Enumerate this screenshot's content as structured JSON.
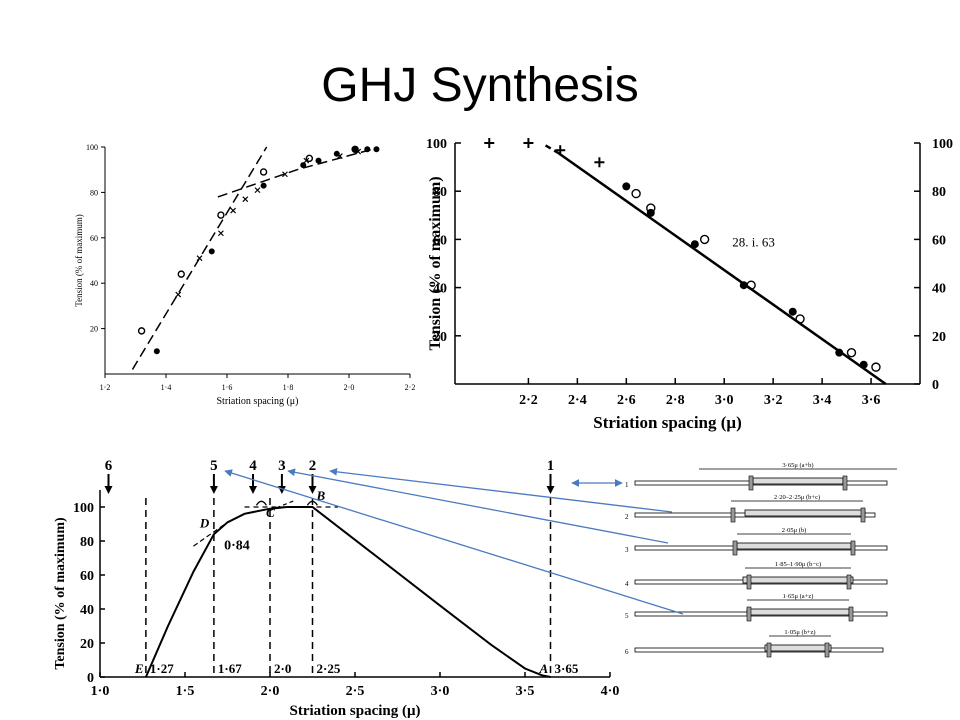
{
  "slide": {
    "title": "GHJ Synthesis"
  },
  "chart_data": [
    {
      "type": "scatter",
      "id": "chart-a",
      "xlabel": "Striation spacing (μ)",
      "ylabel": "Tension (% of maximum)",
      "xlim": [
        1.2,
        2.2
      ],
      "ylim": [
        0,
        100
      ],
      "x_ticks": [
        "1·2",
        "1·4",
        "1·6",
        "1·8",
        "2·0",
        "2·2"
      ],
      "y_ticks": [
        "20",
        "40",
        "60",
        "80",
        "100"
      ],
      "grid": false,
      "series": [
        {
          "marker": "filled-circle",
          "x": [
            1.37,
            1.55,
            1.72,
            1.85,
            1.9,
            1.96,
            2.02,
            2.06,
            2.09
          ],
          "y": [
            10,
            54,
            83,
            92,
            94,
            97,
            99,
            99,
            99
          ]
        },
        {
          "marker": "open-circle",
          "x": [
            1.32,
            1.45,
            1.58,
            1.72,
            1.87,
            2.02
          ],
          "y": [
            19,
            44,
            70,
            89,
            95,
            99
          ]
        },
        {
          "marker": "cross",
          "x": [
            1.44,
            1.51,
            1.58,
            1.62,
            1.66,
            1.7,
            1.79,
            1.86,
            1.97,
            2.03
          ],
          "y": [
            35,
            51,
            62,
            72,
            77,
            81,
            88,
            94,
            96,
            98
          ]
        }
      ],
      "fit_lines": [
        {
          "style": "dashed",
          "points": [
            [
              1.29,
              2
            ],
            [
              1.73,
              100
            ]
          ]
        },
        {
          "style": "dashed",
          "points": [
            [
              1.57,
              78
            ],
            [
              1.83,
              90
            ],
            [
              2.09,
              99.5
            ]
          ]
        }
      ]
    },
    {
      "type": "scatter",
      "id": "chart-b",
      "xlabel": "Striation spacing (μ)",
      "ylabel": "Tension (% of maximum)",
      "xlim": [
        1.9,
        3.8
      ],
      "ylim": [
        0,
        100
      ],
      "x_ticks": [
        "2·2",
        "2·4",
        "2·6",
        "2·8",
        "3·0",
        "3·2",
        "3·4",
        "3·6"
      ],
      "y_ticks": [
        "0",
        "20",
        "40",
        "60",
        "80",
        "100"
      ],
      "right_ticks": [
        "0",
        "20",
        "40",
        "60",
        "80",
        "100"
      ],
      "grid": false,
      "annotation": "28. i. 63",
      "series": [
        {
          "marker": "filled-circle",
          "x": [
            2.6,
            2.7,
            2.88,
            3.08,
            3.28,
            3.47,
            3.57
          ],
          "y": [
            82,
            71,
            58,
            41,
            30,
            13,
            8
          ]
        },
        {
          "marker": "open-circle",
          "x": [
            2.64,
            2.7,
            2.92,
            3.11,
            3.31,
            3.52,
            3.62
          ],
          "y": [
            79,
            73,
            60,
            41,
            27,
            13,
            7
          ]
        },
        {
          "marker": "plus",
          "x": [
            2.04,
            2.2,
            2.33,
            2.49
          ],
          "y": [
            100,
            100,
            97,
            92
          ]
        }
      ],
      "fit_lines": [
        {
          "style": "dashed",
          "points": [
            [
              2.27,
              99
            ],
            [
              2.32,
              96
            ]
          ]
        },
        {
          "style": "solid",
          "points": [
            [
              2.32,
              96
            ],
            [
              3.66,
              0
            ]
          ]
        }
      ]
    },
    {
      "type": "line",
      "id": "chart-c",
      "xlabel": "Striation spacing (μ)",
      "ylabel": "Tension (% of maximum)",
      "xlim": [
        1.0,
        4.0
      ],
      "ylim": [
        0,
        110
      ],
      "x_ticks": [
        "1·0",
        "1·5",
        "2·0",
        "2·5",
        "3·0",
        "3·5",
        "4·0"
      ],
      "y_ticks": [
        "0",
        "20",
        "40",
        "60",
        "80",
        "100"
      ],
      "grid": false,
      "curve": {
        "x": [
          1.27,
          1.4,
          1.55,
          1.67,
          1.75,
          1.85,
          2.0,
          2.1,
          2.25,
          2.6,
          3.0,
          3.3,
          3.5,
          3.6,
          3.65
        ],
        "y": [
          0,
          30,
          62,
          84,
          91,
          96,
          99,
          100,
          100,
          73,
          42,
          19,
          5,
          1,
          0
        ]
      },
      "vlines": [
        {
          "x": 1.27,
          "label": "1·27",
          "letter": "E"
        },
        {
          "x": 1.67,
          "label": "1·67",
          "letter": "D"
        },
        {
          "x": 2.0,
          "label": "2·0",
          "letter": "C"
        },
        {
          "x": 2.25,
          "label": "2·25",
          "letter": "B"
        },
        {
          "x": 3.65,
          "label": "3·65",
          "letter": "A"
        }
      ],
      "annotation": "0·84",
      "arrows": [
        {
          "x": 1.05,
          "label": "6"
        },
        {
          "x": 1.67,
          "label": "5"
        },
        {
          "x": 1.9,
          "label": "4"
        },
        {
          "x": 2.07,
          "label": "3"
        },
        {
          "x": 2.25,
          "label": "2"
        },
        {
          "x": 3.65,
          "label": "1"
        }
      ]
    }
  ],
  "filament_diagram": {
    "rows": [
      {
        "number": "1",
        "label": "3·65μ  (a+b)"
      },
      {
        "number": "2",
        "label": "2·20–2·25μ  (b+c)"
      },
      {
        "number": "3",
        "label": "2·05μ  (b)"
      },
      {
        "number": "4",
        "label": "1·85–1·90μ  (b−c)"
      },
      {
        "number": "5",
        "label": "1·65μ  (a+z)"
      },
      {
        "number": "6",
        "label": "1·05μ  (b+z)"
      }
    ]
  },
  "connector_color": "#4a7bc0"
}
